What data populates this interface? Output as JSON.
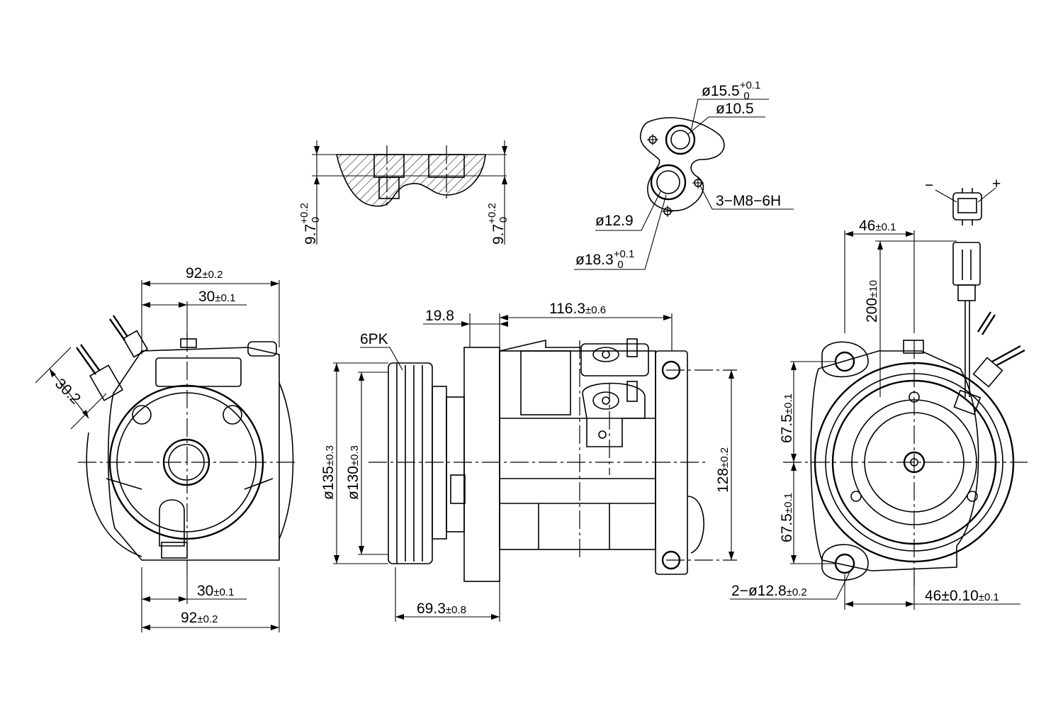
{
  "front_view": {
    "width_top": "92",
    "width_top_tol": "±0.2",
    "offset_top": "30",
    "offset_top_tol": "±0.1",
    "width_bottom": "92",
    "width_bottom_tol": "±0.2",
    "offset_bottom": "30",
    "offset_bottom_tol": "±0.1",
    "port_size": "30.2"
  },
  "flange_section": {
    "depth_left": "9.7",
    "depth_left_upper": "+0.2",
    "depth_left_lower": "0",
    "depth_right": "9.7",
    "depth_right_upper": "+0.2",
    "depth_right_lower": "0"
  },
  "port_detail": {
    "bore_large": "ø15.5",
    "bore_large_upper": "+0.1",
    "bore_large_lower": "0",
    "bore_small": "ø10.5",
    "thread": "3−M8−6H",
    "bore_lower": "ø12.9",
    "bore_lower_outer": "ø18.3",
    "bore_lower_outer_upper": "+0.1",
    "bore_lower_outer_lower": "0"
  },
  "side_view": {
    "pulley_type": "6PK",
    "hub_offset": "19.8",
    "body_length": "116.3",
    "body_length_tol": "±0.6",
    "pulley_dia_outer": "ø135",
    "pulley_dia_outer_tol": "±0.3",
    "pulley_dia_inner": "ø130",
    "pulley_dia_inner_tol": "±0.3",
    "mount_height": "128",
    "mount_height_tol": "±0.2",
    "pulley_to_mount": "69.3",
    "pulley_to_mount_tol": "±0.8"
  },
  "rear_view": {
    "connector_minus": "−",
    "connector_plus": "+",
    "lead_offset": "46",
    "lead_offset_tol": "±0.1",
    "lead_length": "200",
    "lead_length_tol": "±10",
    "upper_half": "67.5",
    "upper_half_tol": "±0.1",
    "lower_half": "67.5",
    "lower_half_tol": "±0.1",
    "mount_holes": "2−ø12.8",
    "mount_holes_tol": "±0.2",
    "bottom_offset": "46±0.10",
    "bottom_offset_tol": "±0.1"
  }
}
